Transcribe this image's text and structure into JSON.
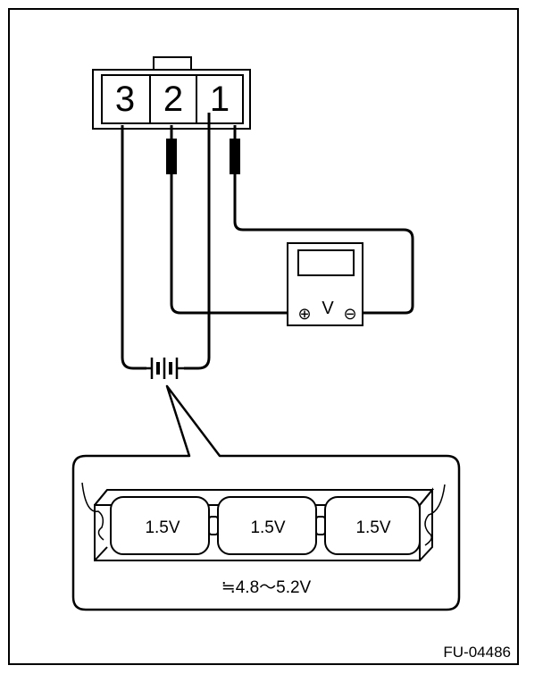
{
  "connector": {
    "pins": [
      {
        "number": "3"
      },
      {
        "number": "2"
      },
      {
        "number": "1"
      }
    ]
  },
  "meter": {
    "unit_symbol": "V",
    "positive_symbol": "⊕",
    "negative_symbol": "⊖"
  },
  "battery_pack": {
    "cells": [
      {
        "label": "1.5V"
      },
      {
        "label": "1.5V"
      },
      {
        "label": "1.5V"
      }
    ],
    "total_voltage": "≒4.8〜5.2V"
  },
  "figure_code": "FU-04486",
  "colors": {
    "line": "#000000",
    "background": "#ffffff"
  }
}
